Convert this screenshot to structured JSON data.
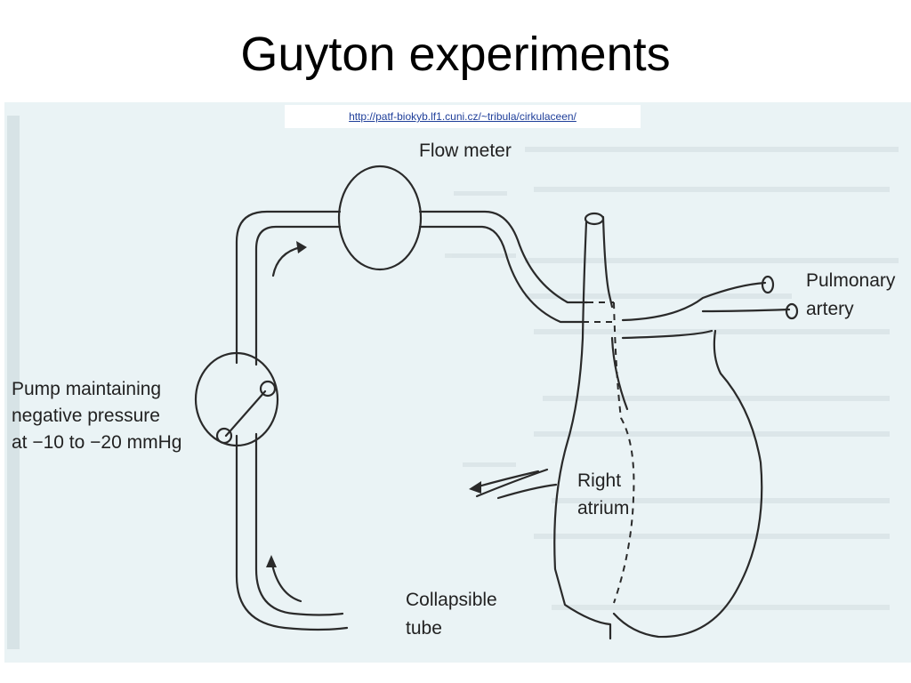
{
  "slide": {
    "title": "Guyton experiments",
    "source_url": "http://patf-biokyb.lf1.cuni.cz/~tribula/cirkulaceen/"
  },
  "diagram": {
    "labels": {
      "flow_meter": "Flow meter",
      "pulmonary_line1": "Pulmonary",
      "pulmonary_line2": "artery",
      "pump_line1": "Pump maintaining",
      "pump_line2": "negative pressure",
      "pump_line3": "at −10 to −20 mmHg",
      "right_atrium_line1": "Right",
      "right_atrium_line2": "atrium",
      "tube_line1": "Collapsible",
      "tube_line2": "tube"
    }
  },
  "colors": {
    "background_scan": "#eaf3f5",
    "line": "#2a2a2a",
    "link": "#1f3f9a"
  }
}
